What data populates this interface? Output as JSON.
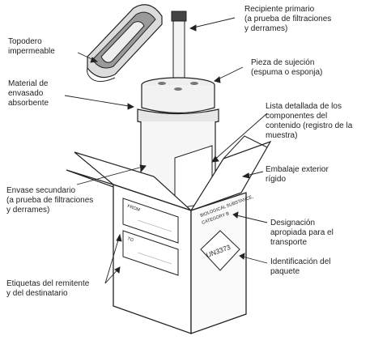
{
  "labels": {
    "lid": [
      "Topodero",
      "impermeable"
    ],
    "primary": [
      "Recipiente primario",
      "(a prueba de filtraciones",
      "y derrames)"
    ],
    "absorbent": [
      "Material de",
      "envasado",
      "absorbente"
    ],
    "holder": [
      "Pieza de sujeción",
      "(espuma o esponja)"
    ],
    "list": [
      "Lista detallada de los",
      "componentes del",
      "contenido (registro de la",
      "muestra)"
    ],
    "secondary": [
      "Envase secundario",
      "(a prueba de filtraciones",
      "y derrames)"
    ],
    "outer": [
      "Embalaje exterior",
      "rígido"
    ],
    "designation": [
      "Designación",
      "apropiada para el",
      "transporte"
    ],
    "package_id": [
      "Identificación del",
      "paquete"
    ],
    "sender_labels": [
      "Etiquetas del remitente",
      "y del destinatario"
    ]
  },
  "box": {
    "un_code": "UN3373",
    "side_text": [
      "BIOLOGICAL SUBSTANCE,",
      "CATEGORY B"
    ],
    "label_from": "FROM",
    "label_to": "TO"
  },
  "colors": {
    "line": "#222222",
    "shade": "#cfcfcf",
    "dark": "#555555"
  }
}
